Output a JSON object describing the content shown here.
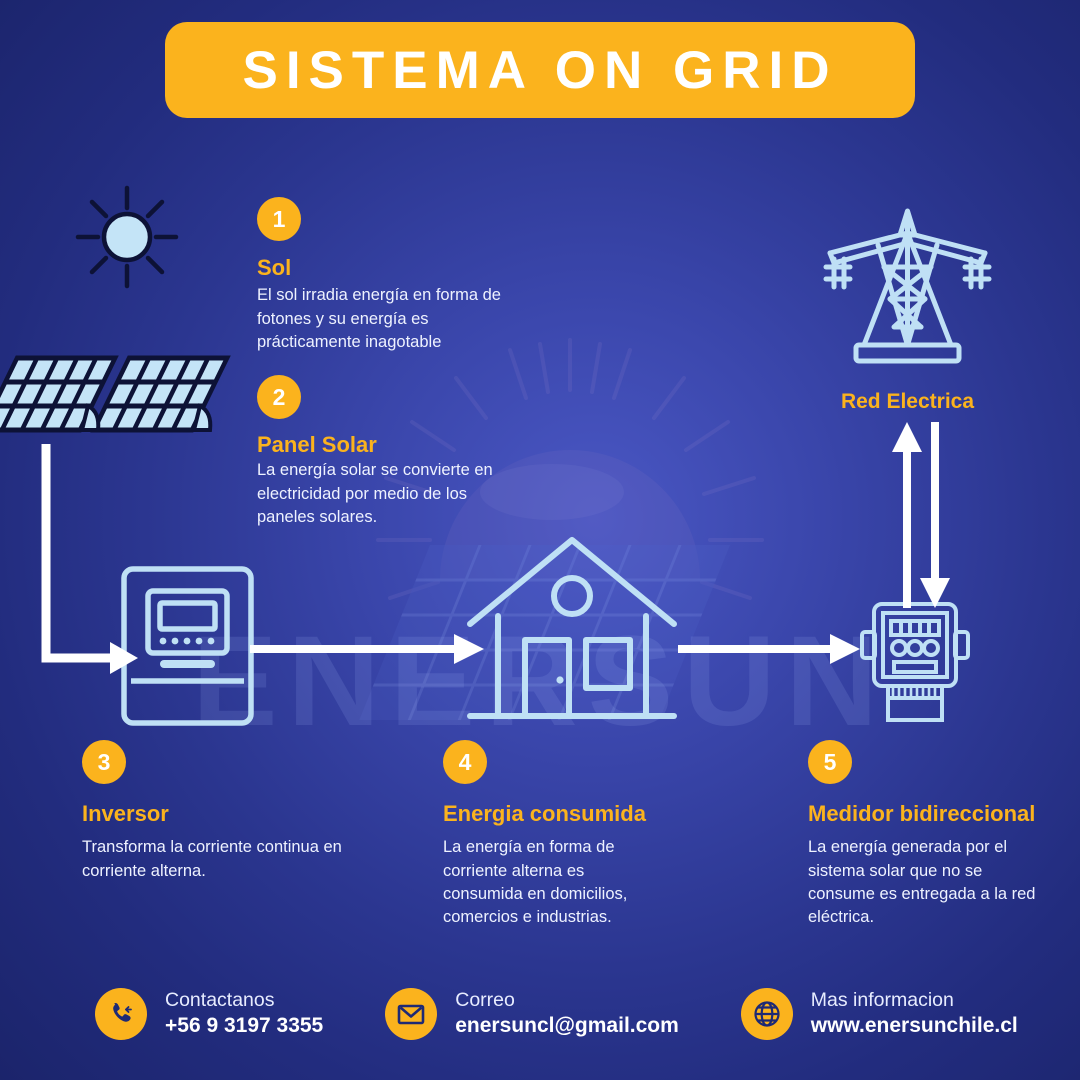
{
  "header": {
    "title": "SISTEMA ON GRID"
  },
  "colors": {
    "accent": "#FBB31D",
    "background_dark": "#1B246B",
    "background_light": "#4A57C4",
    "icon_stroke": "#BFE0F5",
    "text": "#EEF2FF"
  },
  "watermark": {
    "brand": "ENERSUN"
  },
  "grid": {
    "label": "Red Electrica",
    "icon": "transmission-tower-icon"
  },
  "steps": [
    {
      "number": "1",
      "title": "Sol",
      "body": "El sol irradia energía en forma de fotones y su energía es prácticamente inagotable",
      "icon": "sun-icon"
    },
    {
      "number": "2",
      "title": "Panel Solar",
      "body": "La energía solar se convierte en electricidad por medio de los paneles solares.",
      "icon": "solar-panel-icon"
    },
    {
      "number": "3",
      "title": "Inversor",
      "body": "Transforma la corriente continua en corriente alterna.",
      "icon": "inverter-icon"
    },
    {
      "number": "4",
      "title": "Energia consumida",
      "body": "La energía en forma de corriente alterna es consumida en domicilios, comercios e industrias.",
      "icon": "house-icon"
    },
    {
      "number": "5",
      "title": "Medidor bidireccional",
      "body": "La energía generada por el sistema solar que no se consume es entregada a la red eléctrica.",
      "icon": "bidirectional-meter-icon"
    }
  ],
  "footer": {
    "contacts": [
      {
        "icon": "phone-icon",
        "label": "Contactanos",
        "value": "+56 9 3197 3355"
      },
      {
        "icon": "envelope-icon",
        "label": "Correo",
        "value": "enersuncl@gmail.com"
      },
      {
        "icon": "globe-icon",
        "label": "Mas informacion",
        "value": "www.enersunchile.cl"
      }
    ]
  }
}
